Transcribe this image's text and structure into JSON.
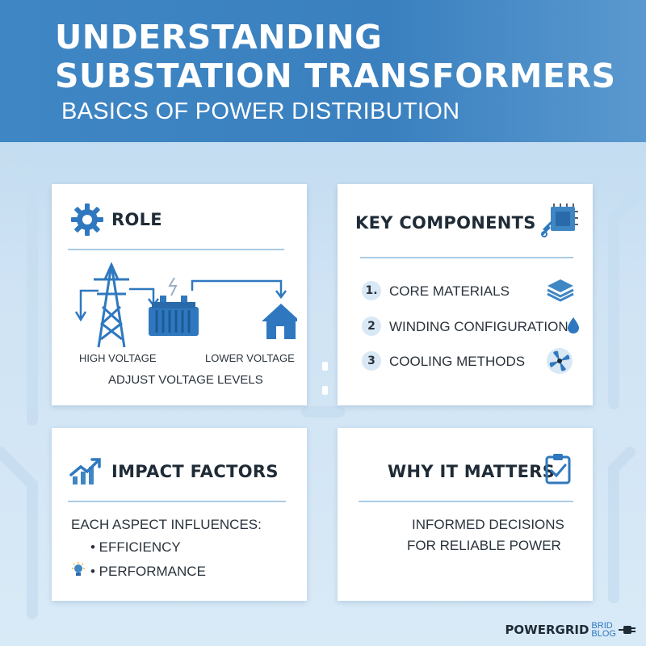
{
  "header": {
    "title_line1": "UNDERSTANDING",
    "title_line2": "SUBSTATION TRANSFORMERS",
    "subtitle": "BASICS OF POWER DISTRIBUTION"
  },
  "role": {
    "title": "ROLE",
    "high_voltage": "HIGH VOLTAGE",
    "lower_voltage": "LOWER VOLTAGE",
    "caption": "ADJUST VOLTAGE LEVELS"
  },
  "components": {
    "title": "KEY COMPONENTS",
    "items": [
      {
        "num": "1.",
        "label": "CORE MATERIALS",
        "icon": "layers-icon"
      },
      {
        "num": "2",
        "label": "WINDING CONFIGURATIONS",
        "icon": "droplet-icon"
      },
      {
        "num": "3",
        "label": "COOLING METHODS",
        "icon": "fan-icon"
      }
    ]
  },
  "impact": {
    "title": "IMPACT FACTORS",
    "intro": "EACH ASPECT INFLUENCES:",
    "bullets": [
      "• EFFICIENCY",
      "• PERFORMANCE"
    ]
  },
  "matters": {
    "title": "WHY IT MATTERS",
    "line1": "INFORMED DECISIONS",
    "line2": "FOR RELIABLE POWER"
  },
  "brand": {
    "name": "POWERGRID",
    "tag_line1": "BRID",
    "tag_line2": "BLOG"
  },
  "colors": {
    "accent": "#3f86c4",
    "icon_blue": "#2f78bf",
    "text_dark": "#1f2b36"
  }
}
